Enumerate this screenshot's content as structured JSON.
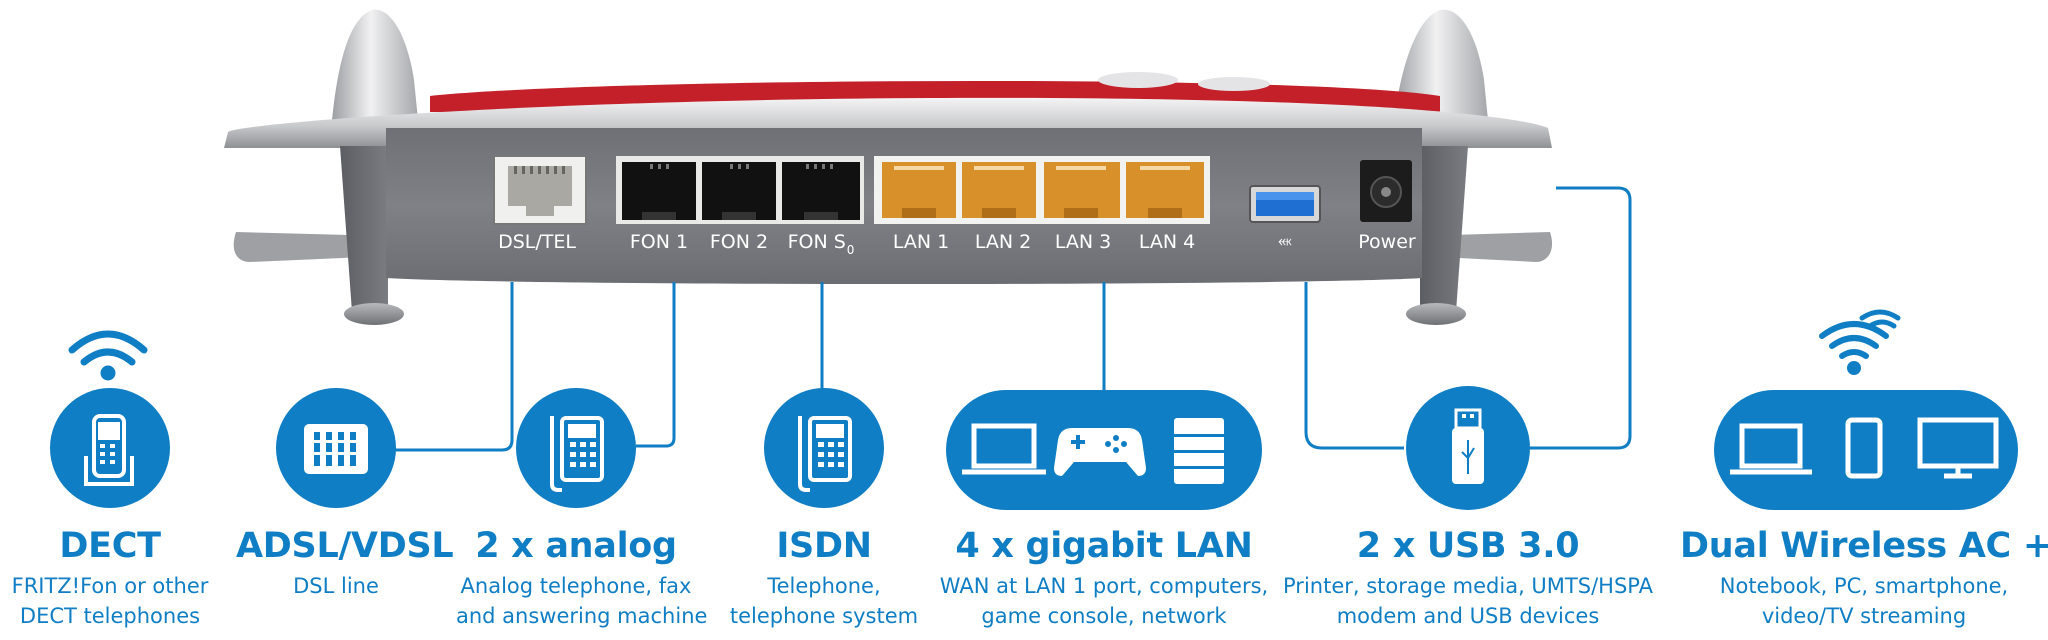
{
  "ports": [
    {
      "id": "dsl",
      "label": "DSL/TEL"
    },
    {
      "id": "fon1",
      "label": "FON 1"
    },
    {
      "id": "fon2",
      "label": "FON 2"
    },
    {
      "id": "fons0",
      "label": "FON S",
      "subscript": "0"
    },
    {
      "id": "lan1",
      "label": "LAN 1"
    },
    {
      "id": "lan2",
      "label": "LAN 2"
    },
    {
      "id": "lan3",
      "label": "LAN 3"
    },
    {
      "id": "lan4",
      "label": "LAN 4"
    },
    {
      "id": "usb",
      "label": "⬼",
      "icon": "usb-symbol-icon"
    },
    {
      "id": "power",
      "label": "Power"
    }
  ],
  "features": [
    {
      "id": "dect",
      "title": "DECT",
      "desc_line1": "FRITZ!Fon or other",
      "desc_line2": "DECT telephones",
      "icons": [
        "wifi-signal-icon",
        "cordless-phone-icon"
      ]
    },
    {
      "id": "dsl",
      "title": "ADSL/VDSL",
      "desc_line1": "DSL line",
      "desc_line2": "",
      "icons": [
        "dsl-modem-icon"
      ]
    },
    {
      "id": "analog",
      "title": "2 x analog",
      "desc_line1": "Analog telephone, fax",
      "desc_line2": "and answering machine",
      "icons": [
        "desk-phone-icon"
      ]
    },
    {
      "id": "isdn",
      "title": "ISDN",
      "desc_line1": "Telephone,",
      "desc_line2": "telephone system",
      "icons": [
        "desk-phone-icon"
      ]
    },
    {
      "id": "lan",
      "title": "4 x gigabit LAN",
      "desc_line1": "WAN at LAN 1 port, computers,",
      "desc_line2": "game console, network",
      "icons": [
        "laptop-icon",
        "gamepad-icon",
        "nas-storage-icon"
      ]
    },
    {
      "id": "usb",
      "title": "2 x USB 3.0",
      "desc_line1": "Printer, storage media, UMTS/HSPA",
      "desc_line2": "modem and USB devices",
      "icons": [
        "usb-stick-icon"
      ]
    },
    {
      "id": "wireless",
      "title": "Dual Wireless AC + N",
      "desc_line1": "Notebook, PC, smartphone,",
      "desc_line2": "video/TV streaming",
      "icons": [
        "dual-wifi-signal-icon",
        "laptop-icon",
        "smartphone-icon",
        "monitor-icon"
      ]
    }
  ],
  "colors": {
    "accent_blue": "#0f7ec4",
    "router_body": "#7b7d83",
    "router_silver": "#c9cacc",
    "router_red": "#c4202a",
    "lan_port": "#d8912a",
    "usb_port": "#1f6fd2"
  }
}
